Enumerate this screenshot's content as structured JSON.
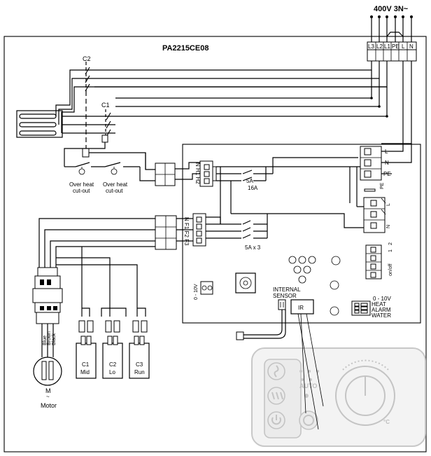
{
  "diagram": {
    "supply": "400V 3N~",
    "model": "PA2215CE08",
    "supply_terminals": [
      "L3",
      "L2",
      "L1",
      "PE",
      "L",
      "N"
    ],
    "contactors": [
      "C2",
      "C1"
    ],
    "cutouts": [
      "Over heat\ncut-out",
      "Over heat\ncut-out"
    ],
    "board_l_n_pe": [
      "L",
      "N",
      "PE"
    ],
    "board_ground_n": [
      "PE",
      "N"
    ],
    "heat_connector": [
      "N",
      "H1",
      "H2"
    ],
    "fan_connector": [
      "N",
      "F1",
      "F2",
      "F3"
    ],
    "fuse_heat": [
      "5A",
      "16A"
    ],
    "fuse_fan": "5A x 3",
    "control_0_10v": "0 - 10V",
    "on_off": "on/off",
    "on_off_numbers": [
      "1",
      "2"
    ],
    "output_labels": [
      "0 - 10V",
      "HEAT",
      "ALARM",
      "WATER"
    ],
    "internal_sensor": "INTERNAL\nSENSOR",
    "ir": "IR",
    "motor_wires": [
      "Blue",
      "Brown",
      "Black"
    ],
    "motor": "Motor",
    "motor_symbol": "M",
    "motor_symbol_sub": "~",
    "speed_capacitors": [
      {
        "code": "C1",
        "name": "Mid"
      },
      {
        "code": "C2",
        "name": "Lo"
      },
      {
        "code": "C3",
        "name": "Run"
      }
    ],
    "panel_auto": "AUTO",
    "panel_unit": "°C"
  }
}
